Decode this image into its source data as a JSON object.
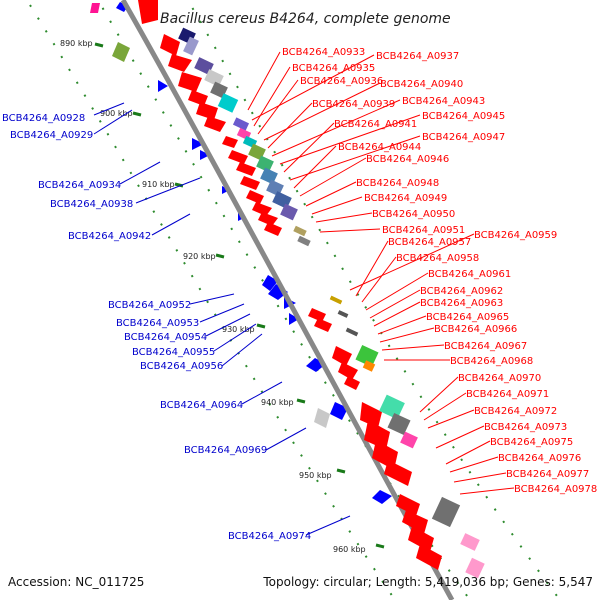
{
  "title": "Bacillus cereus B4264, complete genome",
  "footer": {
    "accession": "Accession: NC_011725",
    "topology": "Topology: circular; Length: 5,419,036 bp; Genes: 5,547"
  },
  "ticks": [
    "890 kbp",
    "900 kbp",
    "910 kbp",
    "920 kbp",
    "930 kbp",
    "940 kbp",
    "950 kbp",
    "960 kbp"
  ],
  "labels_blue": [
    "BCB4264_A0928",
    "BCB4264_A0929",
    "BCB4264_A0934",
    "BCB4264_A0938",
    "BCB4264_A0942",
    "BCB4264_A0952",
    "BCB4264_A0953",
    "BCB4264_A0954",
    "BCB4264_A0955",
    "BCB4264_A0956",
    "BCB4264_A0964",
    "BCB4264_A0969",
    "BCB4264_A0974"
  ],
  "labels_red": [
    "BCB4264_A0933",
    "BCB4264_A0937",
    "BCB4264_A0935",
    "BCB4264_A0936",
    "BCB4264_A0940",
    "BCB4264_A0939",
    "BCB4264_A0943",
    "BCB4264_A0945",
    "BCB4264_A0941",
    "BCB4264_A0947",
    "BCB4264_A0944",
    "BCB4264_A0946",
    "BCB4264_A0948",
    "BCB4264_A0949",
    "BCB4264_A0950",
    "BCB4264_A0951",
    "BCB4264_A0959",
    "BCB4264_A0957",
    "BCB4264_A0958",
    "BCB4264_A0961",
    "BCB4264_A0962",
    "BCB4264_A0963",
    "BCB4264_A0965",
    "BCB4264_A0966",
    "BCB4264_A0967",
    "BCB4264_A0968",
    "BCB4264_A0970",
    "BCB4264_A0971",
    "BCB4264_A0972",
    "BCB4264_A0973",
    "BCB4264_A0975",
    "BCB4264_A0976",
    "BCB4264_A0977",
    "BCB4264_A0978"
  ],
  "colors": {
    "backbone": "#808080",
    "forward_gene": "#ff0000",
    "reverse_gene": "#0000ff",
    "tick": "#008000",
    "leader_red": "#ff0000",
    "leader_blue": "#0000cc"
  }
}
